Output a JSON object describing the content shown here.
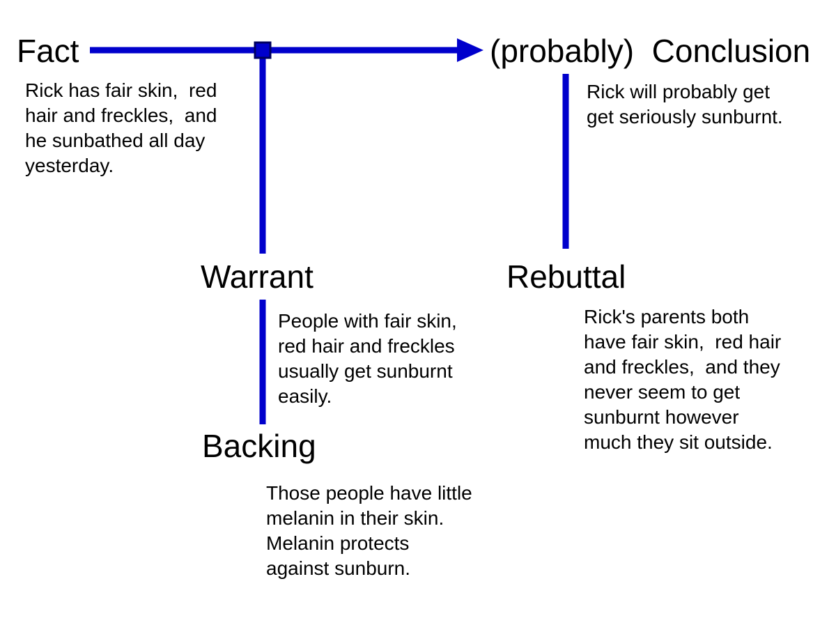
{
  "colors": {
    "connector": "#0000cc",
    "junction_outline": "#000060",
    "text": "#000000",
    "background": "#ffffff"
  },
  "diagram": {
    "type": "toulmin-argument-model",
    "nodes": {
      "fact": {
        "label": "Fact",
        "body": "Rick has fair skin,  red\nhair and freckles,  and\nhe sunbathed all day\nyesterday."
      },
      "conclusion": {
        "label": "(probably)  Conclusion",
        "body": "Rick will probably get\nget seriously sunburnt."
      },
      "warrant": {
        "label": "Warrant",
        "body": "People with fair skin,\nred hair and freckles\nusually get sunburnt\neasily."
      },
      "backing": {
        "label": "Backing",
        "body": "Those people have little\nmelanin in their skin.\nMelanin protects\nagainst sunburn."
      },
      "rebuttal": {
        "label": "Rebuttal",
        "body": "Rick's parents both\nhave fair skin,  red hair\nand freckles,  and they\nnever seem to get\nsunburnt however\nmuch they sit outside."
      }
    },
    "connections": [
      "fact -> conclusion (arrow)",
      "arrow-midpoint -> warrant",
      "warrant -> backing",
      "conclusion -> rebuttal"
    ]
  }
}
